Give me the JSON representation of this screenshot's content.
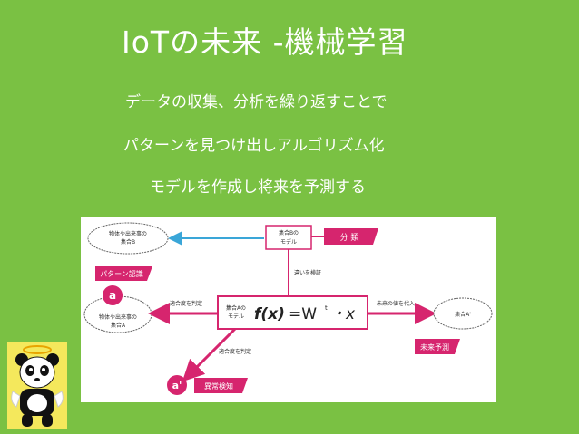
{
  "slide": {
    "title": "IoTの未来 -機械学習",
    "lines": [
      "データの収集、分析を繰り返すことで",
      "パターンを見つけ出しアルゴリズム化",
      "モデルを作成し将来を予測する"
    ]
  },
  "diagram": {
    "center_label_1": "集合Aの",
    "center_label_2": "モデル",
    "formula_fx": "f(x)",
    "formula_eq": "=W",
    "formula_t": "t",
    "formula_rest": "・x",
    "model_b_1": "集合Bの",
    "model_b_2": "モデル",
    "classify_label": "分 類",
    "cloud_top_1": "物体や出来事の",
    "cloud_top_2": "集合B",
    "verify_label": "違いを検証",
    "pattern_label": "パターン認識",
    "circle_a": "a",
    "cloud_left_1": "物体や出来事の",
    "cloud_left_2": "集合A",
    "fit_label_left": "適合度を判定",
    "assign_label": "未来の値を代入",
    "cloud_right": "集合A'",
    "forecast_label": "未来予測",
    "fit_label_bottom": "適合度を判定",
    "circle_a_prime": "a'",
    "anomaly_label": "異常検知"
  },
  "colors": {
    "background": "#7ac143",
    "accent": "#d6256e",
    "arrow_blue": "#3aa6d8",
    "panda_bg": "#f4e85c"
  },
  "icons": {
    "panda": "panda-angel-icon"
  }
}
